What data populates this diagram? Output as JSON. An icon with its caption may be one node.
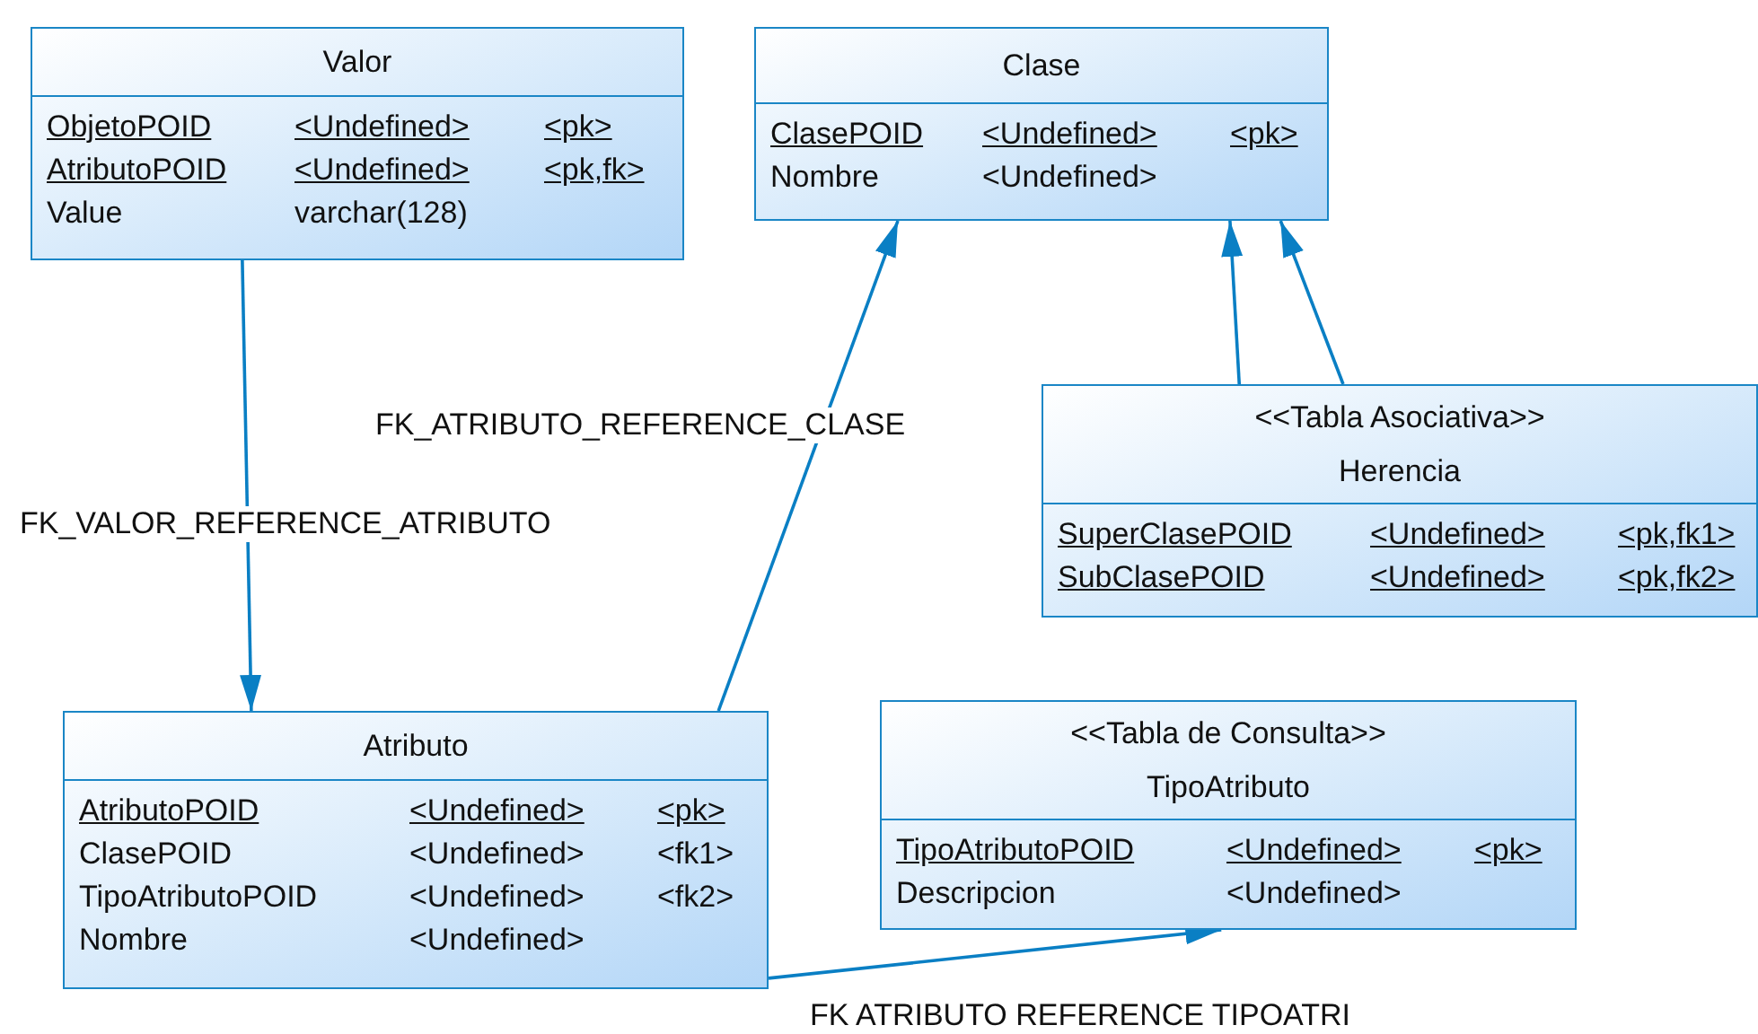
{
  "diagram": {
    "nodes": [
      {
        "text": [
          "Valor",
          "ObjetoPOID",
          "<Undefined>",
          "<pk>",
          "AtributoPOID",
          "<Undefined>",
          "<pk,fk>",
          "Value",
          "varchar(128)"
        ]
      },
      {
        "text": [
          "Clase",
          "ClasePOID",
          "<Undefined>",
          "<pk>",
          "Nombre",
          "<Undefined>"
        ]
      },
      {
        "text": [
          "<<Tabla Asociativa>>",
          "Herencia",
          "SuperClasePOID",
          "<Undefined>",
          "<pk,fk1>",
          "SubClasePOID",
          "<Undefined>",
          "<pk,fk2>"
        ]
      },
      {
        "text": [
          "Atributo",
          "AtributoPOID",
          "<Undefined>",
          "<pk>",
          "ClasePOID",
          "<Undefined>",
          "<fk1>",
          "TipoAtributoPOID",
          "<Undefined>",
          "<fk2>",
          "Nombre",
          "<Undefined>"
        ]
      },
      {
        "text": [
          "<<Tabla de Consulta>>",
          "TipoAtributo",
          "TipoAtributoPOID",
          "<Undefined>",
          "<pk>",
          "Descripcion",
          "<Undefined>"
        ]
      }
    ],
    "edges": [
      {
        "from": 0,
        "to": 3,
        "arrow": "to",
        "label": "FK_VALOR_REFERENCE_ATRIBUTO"
      },
      {
        "from": 3,
        "to": 1,
        "arrow": "to",
        "label": "FK_ATRIBUTO_REFERENCE_CLASE"
      },
      {
        "from": 2,
        "to": 1,
        "arrow": "to"
      },
      {
        "from": 2,
        "to": 1,
        "arrow": "to"
      },
      {
        "from": 3,
        "to": 4,
        "arrow": "to",
        "label": "FK ATRIBUTO REFERENCE TIPOATRI"
      }
    ]
  }
}
